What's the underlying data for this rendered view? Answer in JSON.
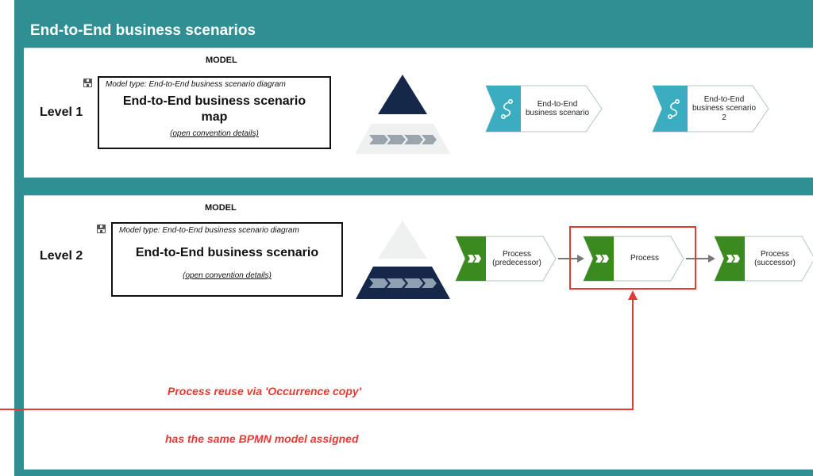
{
  "frame": {
    "title": "End-to-End business scenarios"
  },
  "level1": {
    "model_label": "MODEL",
    "level_label": "Level 1",
    "model_type": "Model type: End-to-End business scenario diagram",
    "model_name": "End-to-End business scenario map",
    "details_link": "(open convention details)",
    "objects": [
      {
        "label": "End-to-End business scenario",
        "icon": "scenario-icon"
      },
      {
        "label": "End-to-End business scenario 2",
        "icon": "scenario-icon"
      }
    ]
  },
  "level2": {
    "model_label": "MODEL",
    "level_label": "Level 2",
    "model_type": "Model type: End-to-End business scenario diagram",
    "model_name": "End-to-End business scenario",
    "details_link": "(open convention details)",
    "processes": [
      {
        "label": "Process (predecessor)",
        "icon": "process-icon"
      },
      {
        "label": "Process",
        "icon": "process-icon"
      },
      {
        "label": "Process (successor)",
        "icon": "process-icon"
      }
    ]
  },
  "annotations": {
    "reuse": "Process reuse via 'Occurrence copy'",
    "same_model": "has the same BPMN model assigned"
  },
  "colors": {
    "frame_teal": "#2f8f93",
    "scenario_teal": "#3aaec0",
    "process_green": "#3a8a1e",
    "pyramid_navy": "#15284a",
    "pyramid_light": "#eef1ef",
    "highlight_red": "#e53935"
  }
}
